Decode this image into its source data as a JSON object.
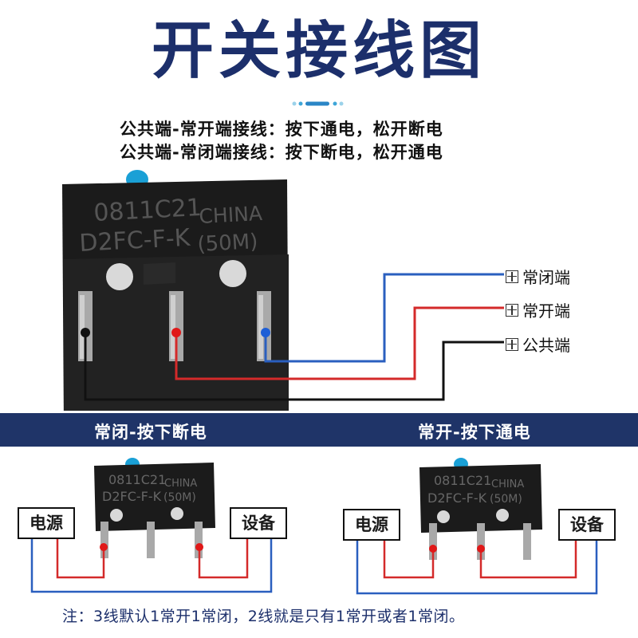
{
  "title": "开关接线图",
  "lines": [
    "公共端-常开端接线：按下通电，松开断电",
    "公共端-常闭端接线：按下断电，松开通电"
  ],
  "switch_print": {
    "code": "0811C21",
    "country": "CHINA",
    "model": "D2FC-F-K",
    "model_suffix": "(50M)"
  },
  "terminals": [
    "常闭端",
    "常开端",
    "公共端"
  ],
  "sections": [
    {
      "heading": "常闭-按下断电",
      "source": "电源",
      "device": "设备"
    },
    {
      "heading": "常开-按下通电",
      "source": "电源",
      "device": "设备"
    }
  ],
  "note": "注：3线默认1常开1常闭，2线就是只有1常开或者1常闭。",
  "colors": {
    "title": "#1c2f6b",
    "band": "#1f3468",
    "wire_red": "#d42a2a",
    "wire_blue": "#2a5fbf",
    "wire_black": "#111111",
    "plunger": "#1aa0d6"
  }
}
